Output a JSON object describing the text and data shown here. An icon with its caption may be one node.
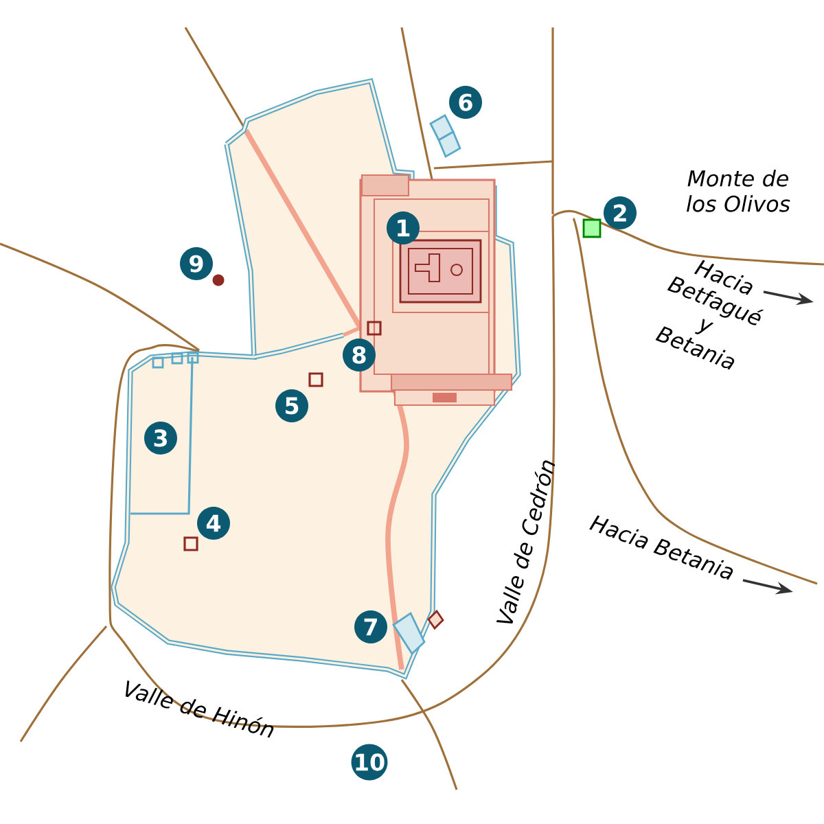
{
  "diagram": {
    "labels": [
      "6",
      "Monte de los Olivos",
      "2",
      "1",
      "9",
      "Hacia Betfagué y Betania",
      "8",
      "5",
      "3",
      "4",
      "Hacia Betania",
      "Valle de Cedrón",
      "7",
      "Valle de Hinón",
      "10"
    ]
  }
}
